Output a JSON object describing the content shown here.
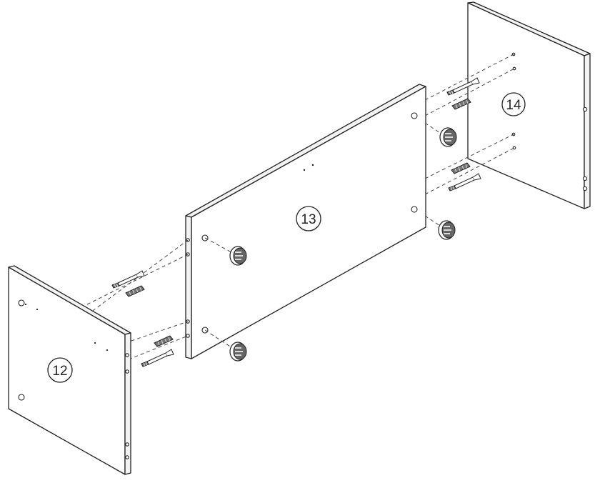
{
  "part_labels": {
    "panel_12": "12",
    "panel_13": "13",
    "panel_14": "14"
  },
  "colors": {
    "line": "#222222",
    "background": "#ffffff",
    "hardware_fill": "#555555"
  }
}
